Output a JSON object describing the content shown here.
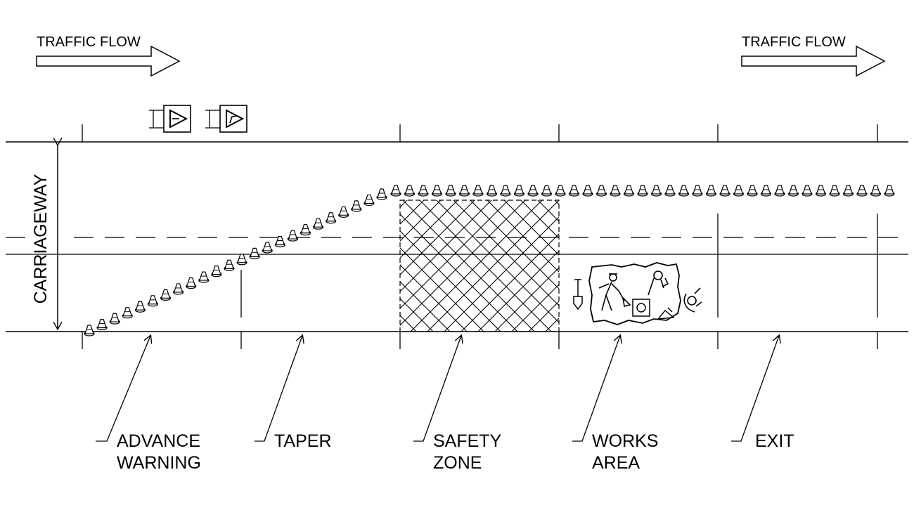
{
  "traffic_flow": {
    "left_label": "TRAFFIC FLOW",
    "right_label": "TRAFFIC FLOW"
  },
  "carriageway": {
    "label": "CARRIAGEWAY"
  },
  "zones": [
    {
      "id": "advance-warning",
      "lines": [
        "ADVANCE",
        "WARNING"
      ]
    },
    {
      "id": "taper",
      "lines": [
        "TAPER"
      ]
    },
    {
      "id": "safety-zone",
      "lines": [
        "SAFETY",
        "ZONE"
      ]
    },
    {
      "id": "works-area",
      "lines": [
        "WORKS",
        "AREA"
      ]
    },
    {
      "id": "exit",
      "lines": [
        "EXIT"
      ]
    }
  ],
  "signs": [
    {
      "icon": "roadworks-warning-sign-icon"
    },
    {
      "icon": "lane-shift-sign-icon"
    }
  ],
  "icons": [
    "traffic-cone-icon",
    "shovel-icon",
    "worker-digging-icon",
    "hatched-safety-zone-icon"
  ],
  "colors": {
    "ink": "#000000",
    "background": "#ffffff"
  }
}
